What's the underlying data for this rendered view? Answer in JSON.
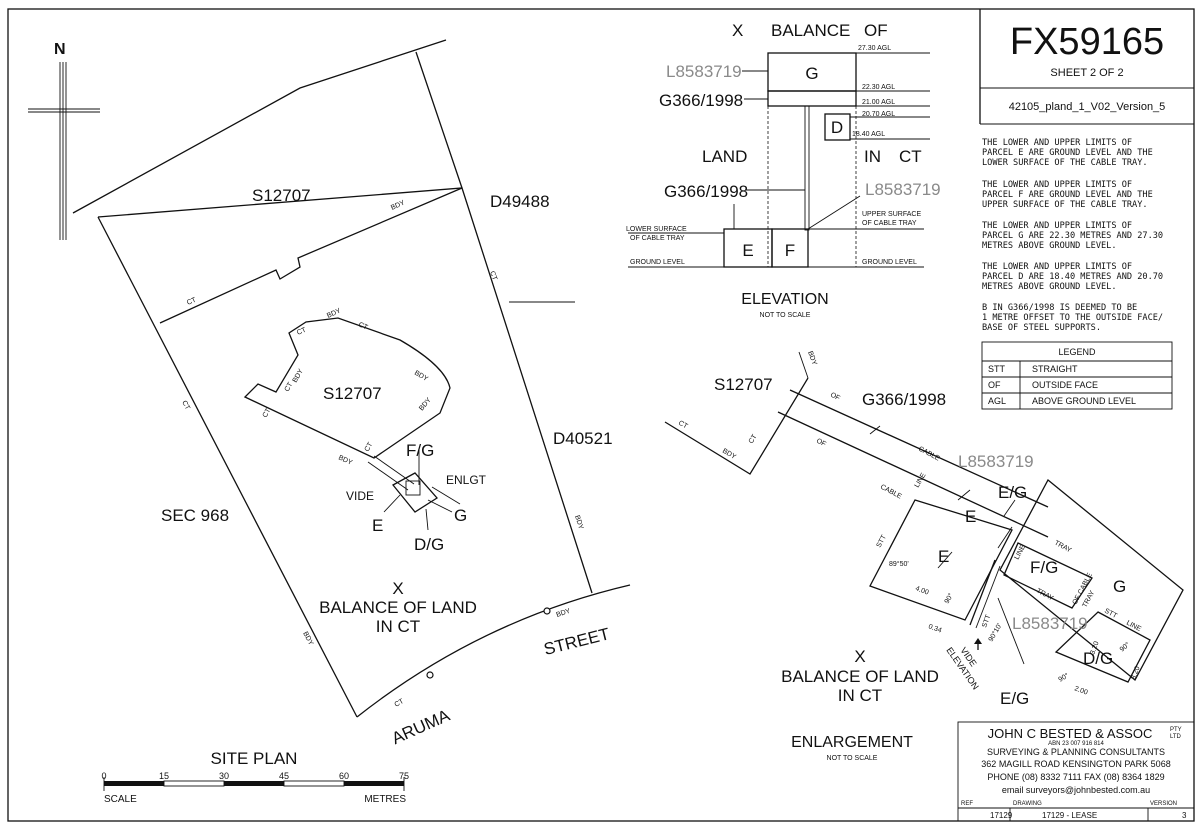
{
  "title_block": {
    "plan_no": "FX59165",
    "sheet": "SHEET 2 OF 2",
    "file_ref": "42105_pland_1_V02_Version_5"
  },
  "notes": [
    [
      "THE LOWER AND UPPER LIMITS OF",
      "PARCEL E ARE GROUND LEVEL AND THE",
      "LOWER SURFACE OF THE CABLE TRAY."
    ],
    [
      "THE LOWER AND UPPER LIMITS OF",
      "PARCEL F ARE GROUND LEVEL AND THE",
      "UPPER SURFACE OF THE CABLE TRAY."
    ],
    [
      "THE LOWER AND UPPER LIMITS OF",
      "PARCEL G ARE 22.30 METRES AND 27.30",
      "METRES ABOVE GROUND LEVEL."
    ],
    [
      "THE LOWER AND UPPER LIMITS OF",
      "PARCEL D ARE 18.40 METRES AND 20.70",
      "METRES ABOVE GROUND LEVEL."
    ],
    [
      "B IN G366/1998 IS DEEMED TO BE",
      "1 METRE OFFSET TO THE OUTSIDE FACE/",
      "BASE OF STEEL SUPPORTS."
    ]
  ],
  "legend": {
    "title": "LEGEND",
    "rows": [
      {
        "code": "STT",
        "meaning": "STRAIGHT"
      },
      {
        "code": "OF",
        "meaning": "OUTSIDE FACE"
      },
      {
        "code": "AGL",
        "meaning": "ABOVE GROUND LEVEL"
      }
    ]
  },
  "elevation": {
    "heading_left": "X",
    "heading_mid": "BALANCE",
    "heading_right": "OF",
    "land": "LAND",
    "in": "IN",
    "ct": "CT",
    "ref_top": "L8583719",
    "ref_g366_a": "G366/1998",
    "ref_g366_b": "G366/1998",
    "ref_right": "L8583719",
    "parcel_g": "G",
    "parcel_d": "D",
    "parcel_e": "E",
    "parcel_f": "F",
    "levels": [
      "27.30 AGL",
      "22.30 AGL",
      "21.00 AGL",
      "20.70 AGL",
      "18.40 AGL"
    ],
    "lower_surface": [
      "LOWER SURFACE",
      "OF CABLE TRAY"
    ],
    "upper_surface": [
      "UPPER SURFACE",
      "OF CABLE TRAY"
    ],
    "ground_left": "GROUND LEVEL",
    "ground_right": "GROUND LEVEL",
    "title": "ELEVATION",
    "subtitle": "NOT TO SCALE"
  },
  "site_plan": {
    "north": "N",
    "s12707_top": "S12707",
    "d49488": "D49488",
    "s12707_inner": "S12707",
    "d40521": "D40521",
    "sec968": "SEC 968",
    "balance": [
      "X",
      "BALANCE OF LAND",
      "IN CT"
    ],
    "street": "STREET",
    "aruma": "ARUMA",
    "fg": "F/G",
    "enlgt": "ENLGT",
    "vide": "VIDE",
    "e": "E",
    "g": "G",
    "dg": "D/G",
    "small": {
      "bdy": "BDY",
      "ct": "CT"
    },
    "title": "SITE PLAN",
    "scale_ticks": [
      "0",
      "15",
      "30",
      "45",
      "60",
      "75"
    ],
    "scale_left": "SCALE",
    "scale_right": "METRES"
  },
  "enlargement": {
    "s12707": "S12707",
    "g366": "G366/1998",
    "l8583719_a": "L8583719",
    "l8583719_b": "L8583719",
    "eg_top": "E/G",
    "e1": "E",
    "e2": "E",
    "fg": "F/G",
    "g": "G",
    "dg": "D/G",
    "eg_bottom": "E/G",
    "balance": [
      "X",
      "BALANCE OF LAND",
      "IN CT"
    ],
    "vide": "VIDE",
    "elev": "ELEVATION",
    "angle1": "89°50'",
    "dim_400": "4.00",
    "dim_034": "0.34",
    "dim_320a": "3.20",
    "dim_320b": "3.20",
    "dim_200": "2.00",
    "small": {
      "ct": "CT",
      "bdy": "BDY",
      "of": "OF",
      "cable": "CABLE",
      "line": "LINE",
      "tray": "TRAY",
      "stt": "STT",
      "ofcable": "OF CABLE",
      "angle90": "90°",
      "angle90b": "90°10'"
    },
    "title": "ENLARGEMENT",
    "subtitle": "NOT TO SCALE"
  },
  "firm": {
    "name": "JOHN C BESTED & ASSOC",
    "pty": "PTY",
    "ltd": "LTD",
    "abn": "ABN 23 007 916 814",
    "line1": "SURVEYING & PLANNING CONSULTANTS",
    "line2": "362 MAGILL ROAD  KENSINGTON PARK 5068",
    "line3": "PHONE (08) 8332 7111  FAX (08) 8364 1829",
    "line4": "email  surveyors@johnbested.com.au",
    "ref_label": "REF",
    "ref": "17129",
    "drawing_label": "DRAWING",
    "drawing": "17129 - LEASE",
    "version_label": "VERSION",
    "version": "3"
  }
}
